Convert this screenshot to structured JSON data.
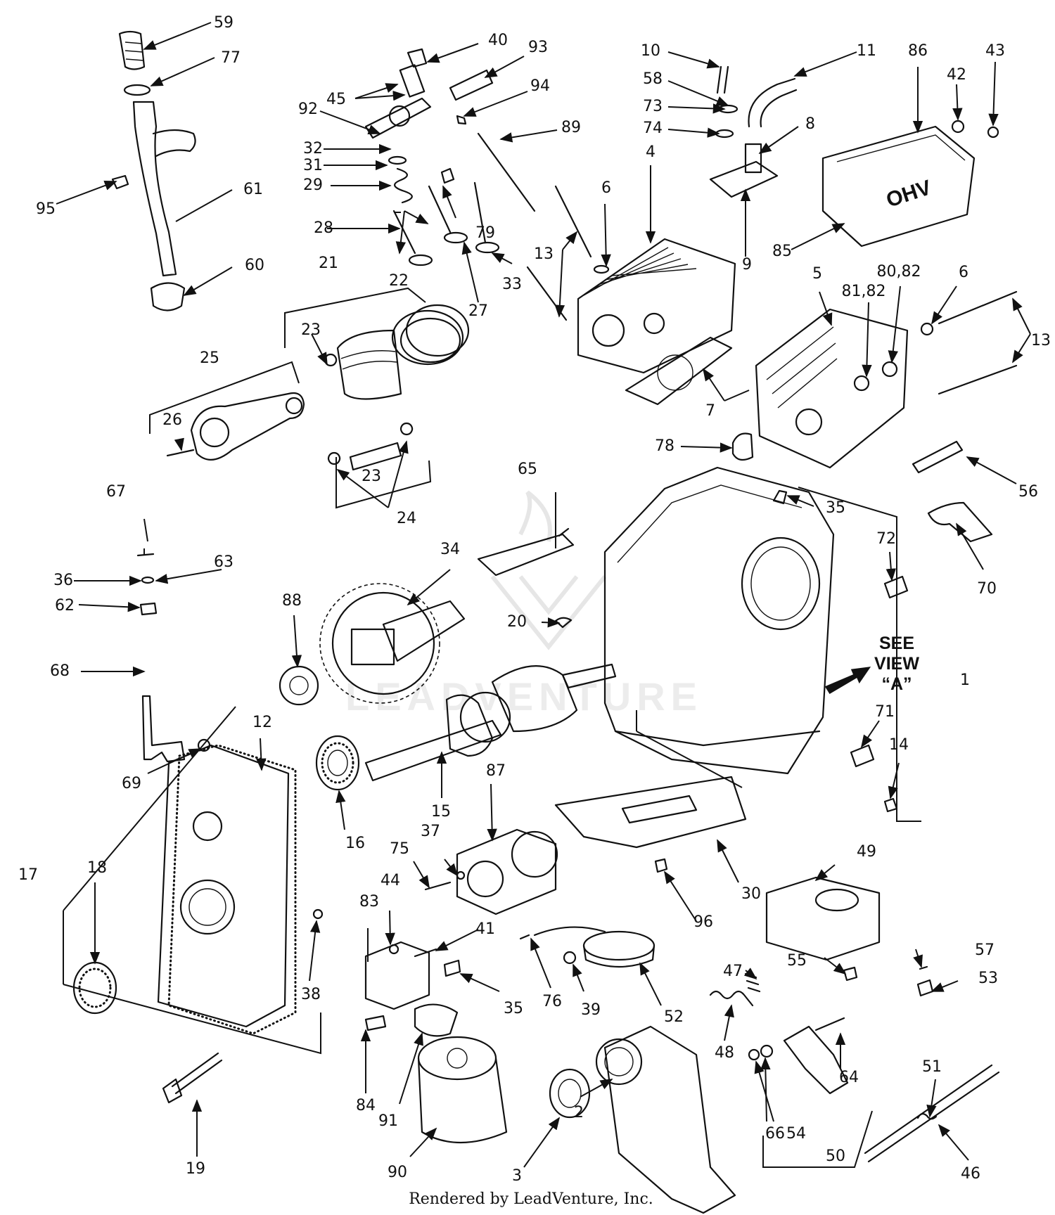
{
  "labels": {
    "l1": "1",
    "l2": "2",
    "l3": "3",
    "l4": "4",
    "l5": "5",
    "l6a": "6",
    "l6b": "6",
    "l7": "7",
    "l8": "8",
    "l9": "9",
    "l10": "10",
    "l11": "11",
    "l12": "12",
    "l13a": "13",
    "l13b": "13",
    "l14": "14",
    "l15": "15",
    "l16": "16",
    "l17": "17",
    "l18": "18",
    "l19": "19",
    "l20": "20",
    "l21": "21",
    "l22": "22",
    "l23a": "23",
    "l23b": "23",
    "l24": "24",
    "l25": "25",
    "l26": "26",
    "l27": "27",
    "l28": "28",
    "l29": "29",
    "l30": "30",
    "l31": "31",
    "l32": "32",
    "l33": "33",
    "l34": "34",
    "l35a": "35",
    "l35b": "35",
    "l36": "36",
    "l37": "37",
    "l38": "38",
    "l39": "39",
    "l40": "40",
    "l41": "41",
    "l42": "42",
    "l43": "43",
    "l44": "44",
    "l45": "45",
    "l46": "46",
    "l47": "47",
    "l48": "48",
    "l49": "49",
    "l50": "50",
    "l51": "51",
    "l52": "52",
    "l53": "53",
    "l54": "54",
    "l55": "55",
    "l56": "56",
    "l57": "57",
    "l58": "58",
    "l59": "59",
    "l60": "60",
    "l61": "61",
    "l62": "62",
    "l63": "63",
    "l64": "64",
    "l65": "65",
    "l66": "66",
    "l67": "67",
    "l68": "68",
    "l69": "69",
    "l70": "70",
    "l71": "71",
    "l72": "72",
    "l73": "73",
    "l74": "74",
    "l75": "75",
    "l76": "76",
    "l77": "77",
    "l78": "78",
    "l79": "79",
    "l8082": "80,82",
    "l8182": "81,82",
    "l83": "83",
    "l84": "84",
    "l85": "85",
    "l86": "86",
    "l87": "87",
    "l88": "88",
    "l89": "89",
    "l90": "90",
    "l91": "91",
    "l92": "92",
    "l93": "93",
    "l94": "94",
    "l95": "95",
    "l96": "96"
  },
  "callout": {
    "line1": "SEE",
    "line2": "VIEW",
    "line3": "“A”"
  },
  "cover_brand": "OHV",
  "watermark": "LEADVENTURE",
  "footer": "Rendered by LeadVenture, Inc."
}
